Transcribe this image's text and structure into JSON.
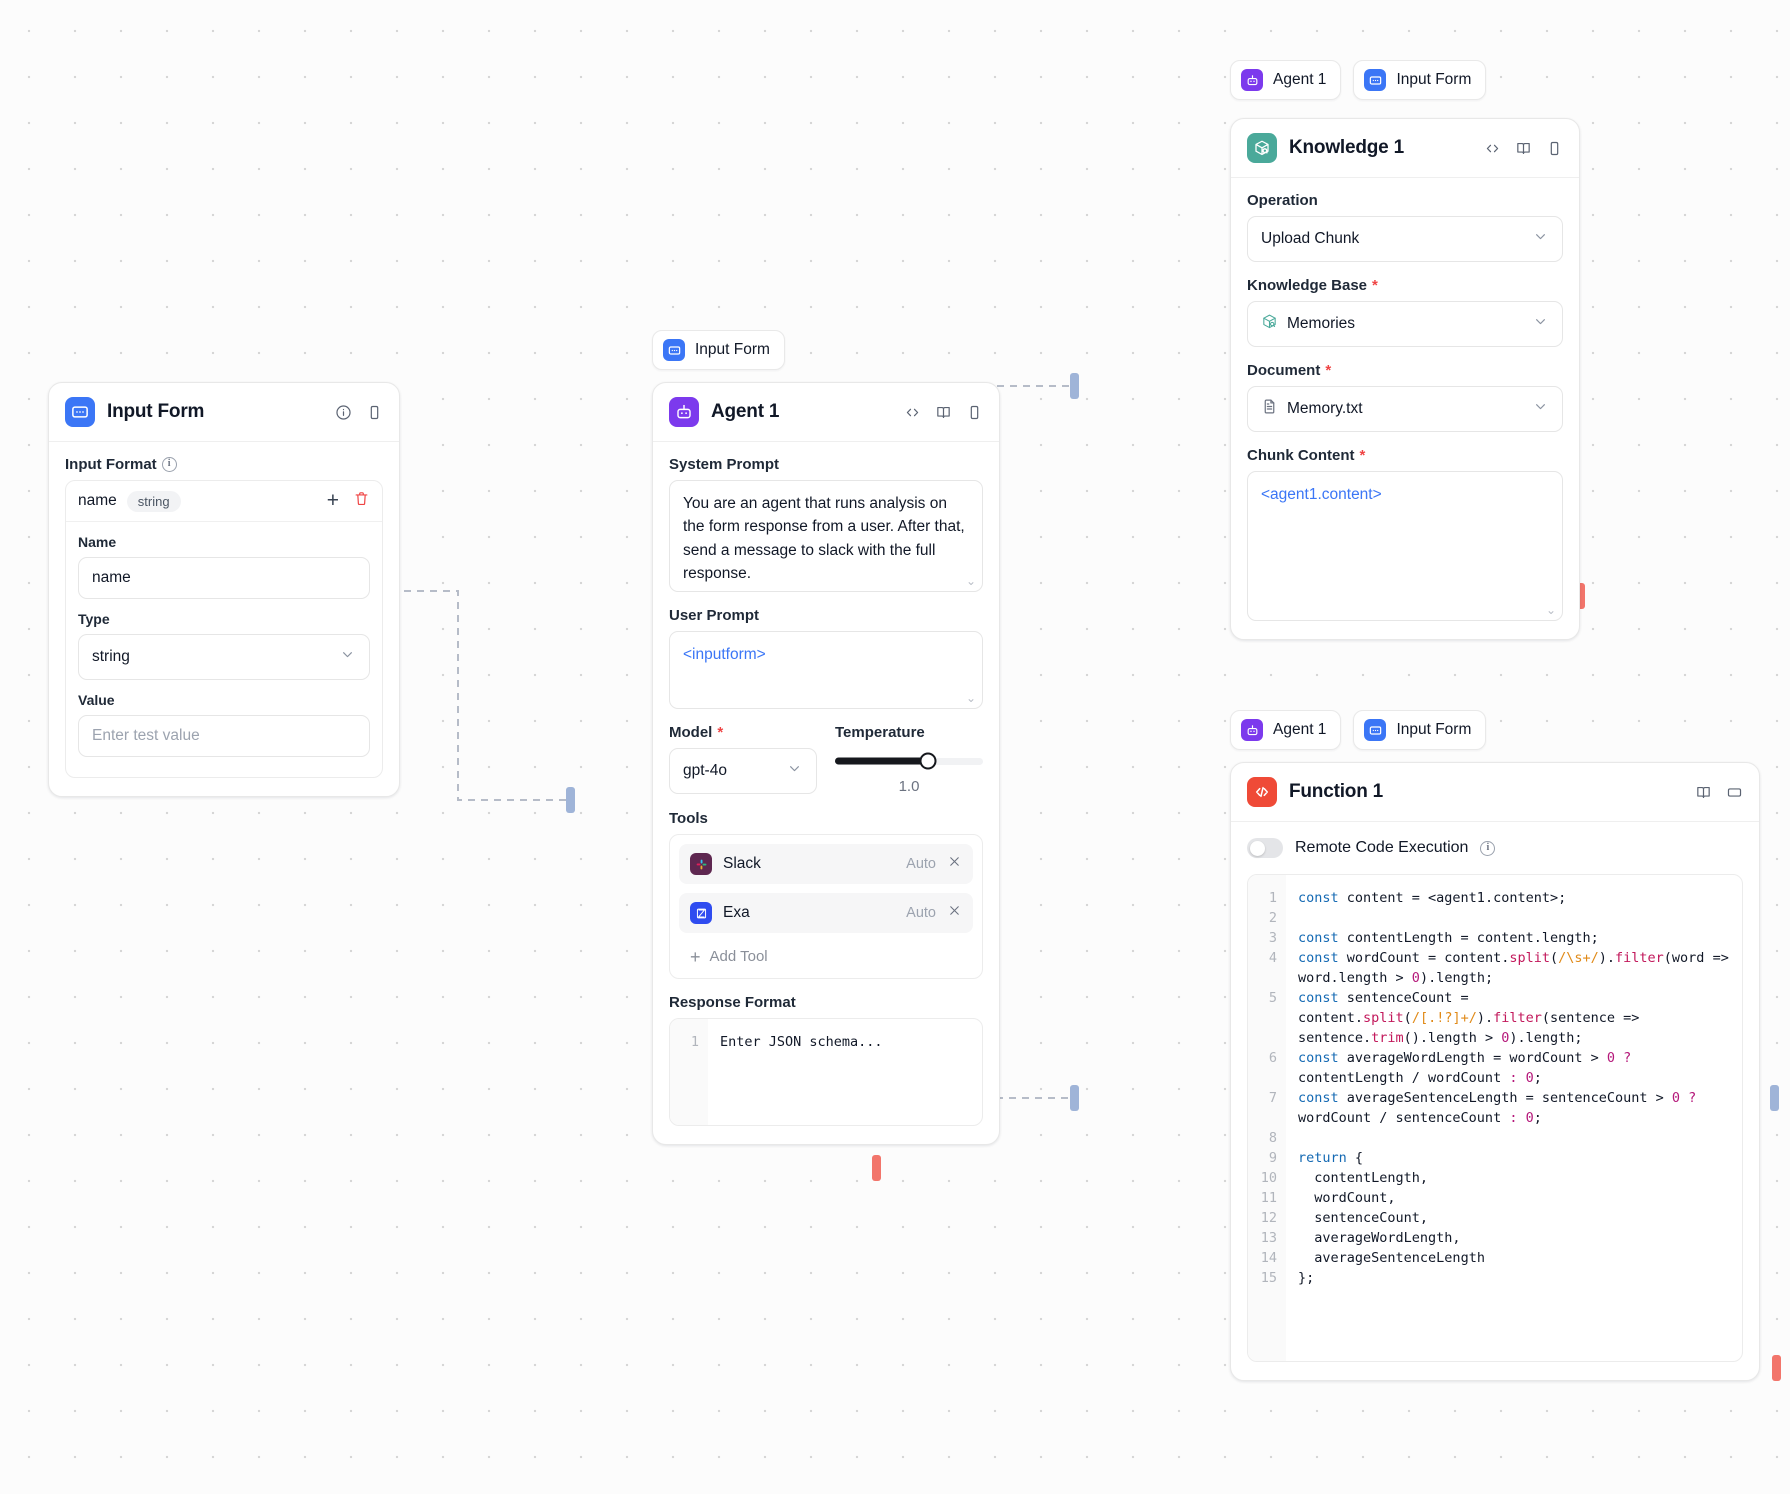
{
  "canvas": {
    "background": "#fcfcfc",
    "dot_color": "#d6d6d6"
  },
  "nodes": {
    "input_form": {
      "title": "Input Form",
      "icon": "input-form-icon",
      "icon_color": "#3b76f6",
      "header_icons": [
        "info-icon",
        "panel-icon"
      ],
      "input_format_label": "Input Format",
      "entry": {
        "name": "name",
        "type_chip": "string"
      },
      "fields": {
        "name_label": "Name",
        "name_value": "name",
        "type_label": "Type",
        "type_value": "string",
        "value_label": "Value",
        "value_placeholder": "Enter test value"
      },
      "actions": {
        "add": "+",
        "delete": "delete-icon"
      }
    },
    "agent": {
      "badge": {
        "label": "Input Form",
        "icon": "input-form-icon"
      },
      "title": "Agent 1",
      "icon": "robot-icon",
      "icon_color": "#7c3aed",
      "header_icons": [
        "code-icon",
        "book-icon",
        "panel-icon"
      ],
      "system_prompt_label": "System Prompt",
      "system_prompt": "You are an agent that runs analysis on the form response from a user. After that, send a message to slack with the full response.",
      "user_prompt_label": "User Prompt",
      "user_prompt": "<inputform>",
      "model_label": "Model",
      "model_required": "*",
      "model_value": "gpt-4o",
      "temperature_label": "Temperature",
      "temperature_value": "1.0",
      "temperature_percent": 63,
      "tools_label": "Tools",
      "tools": [
        {
          "name": "Slack",
          "mode": "Auto",
          "icon": "slack-icon"
        },
        {
          "name": "Exa",
          "mode": "Auto",
          "icon": "exa-icon"
        }
      ],
      "add_tool_label": "Add Tool",
      "response_format_label": "Response Format",
      "response_format_placeholder": "Enter JSON schema...",
      "response_format_line_no": "1"
    },
    "knowledge": {
      "badges": [
        {
          "label": "Agent 1",
          "icon": "robot-icon"
        },
        {
          "label": "Input Form",
          "icon": "input-form-icon"
        }
      ],
      "title": "Knowledge 1",
      "icon": "knowledge-icon",
      "icon_color": "#4aa99a",
      "header_icons": [
        "code-icon",
        "book-icon",
        "panel-icon"
      ],
      "operation_label": "Operation",
      "operation_value": "Upload Chunk",
      "knowledge_base_label": "Knowledge Base",
      "knowledge_base_required": "*",
      "knowledge_base_value": "Memories",
      "document_label": "Document",
      "document_required": "*",
      "document_value": "Memory.txt",
      "chunk_content_label": "Chunk Content",
      "chunk_content_required": "*",
      "chunk_content_value": "<agent1.content>"
    },
    "function": {
      "badges": [
        {
          "label": "Agent 1",
          "icon": "robot-icon"
        },
        {
          "label": "Input Form",
          "icon": "input-form-icon"
        }
      ],
      "title": "Function 1",
      "icon": "code-tag-icon",
      "icon_color": "#ef4a37",
      "header_icons": [
        "book-icon",
        "window-icon"
      ],
      "remote_execution_label": "Remote Code Execution",
      "remote_execution_on": false,
      "code_line_numbers": [
        "1",
        "2",
        "3",
        "4",
        "5",
        "6",
        "7",
        "8",
        "9",
        "10",
        "11",
        "12",
        "13",
        "14",
        "15"
      ],
      "code_lines": [
        "const content = <agent1.content>;",
        "",
        "const contentLength = content.length;",
        "const wordCount = content.split(/\\s+/).filter(word => word.length > 0).length;",
        "const sentenceCount = content.split(/[.!?]+/).filter(sentence => sentence.trim().length > 0).length;",
        "const averageWordLength = wordCount > 0 ? contentLength / wordCount : 0;",
        "const averageSentenceLength = sentenceCount > 0 ? wordCount / sentenceCount : 0;",
        "",
        "return {",
        "  contentLength,",
        "  wordCount,",
        "  sentenceCount,",
        "  averageWordLength,",
        "  averageSentenceLength",
        "};"
      ]
    }
  }
}
